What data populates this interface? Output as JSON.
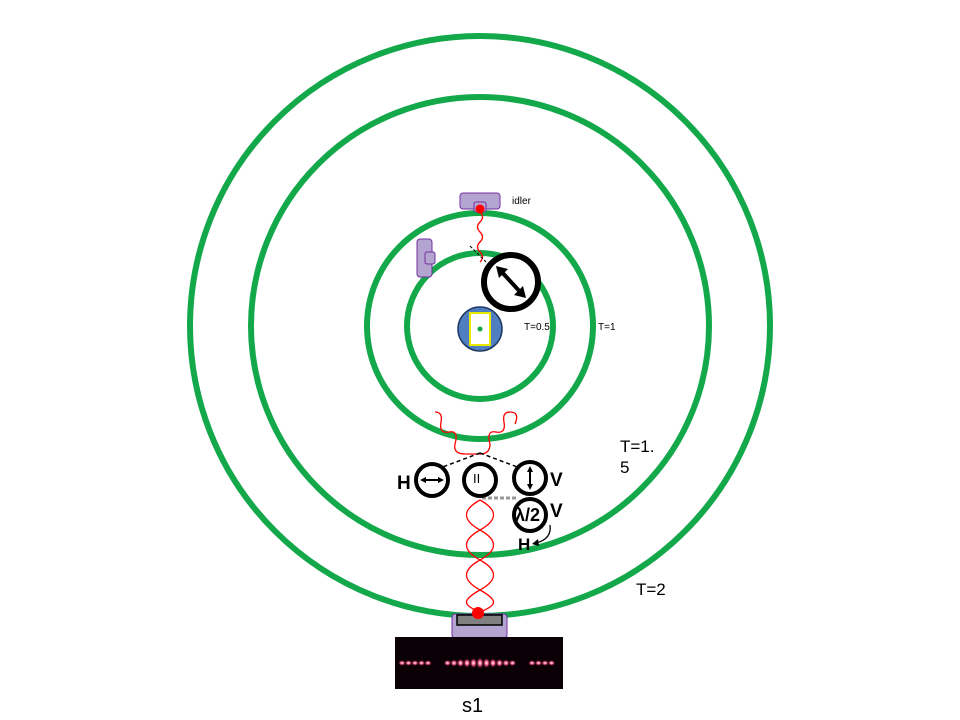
{
  "labels": {
    "idler": "idler",
    "t05": "T=0.5",
    "t1": "T=1",
    "t15": "T=1.\n5",
    "t2": "T=2",
    "h_left": "H",
    "v_right": "V",
    "parallel": "II",
    "half_wave": "λ/2",
    "v_out": "V",
    "h_out": "H",
    "s1": "s1"
  },
  "colors": {
    "ring": "#13a84a",
    "photon": "#ff0000",
    "detector": "#b3a4d0",
    "source": "#4f7fc0"
  }
}
